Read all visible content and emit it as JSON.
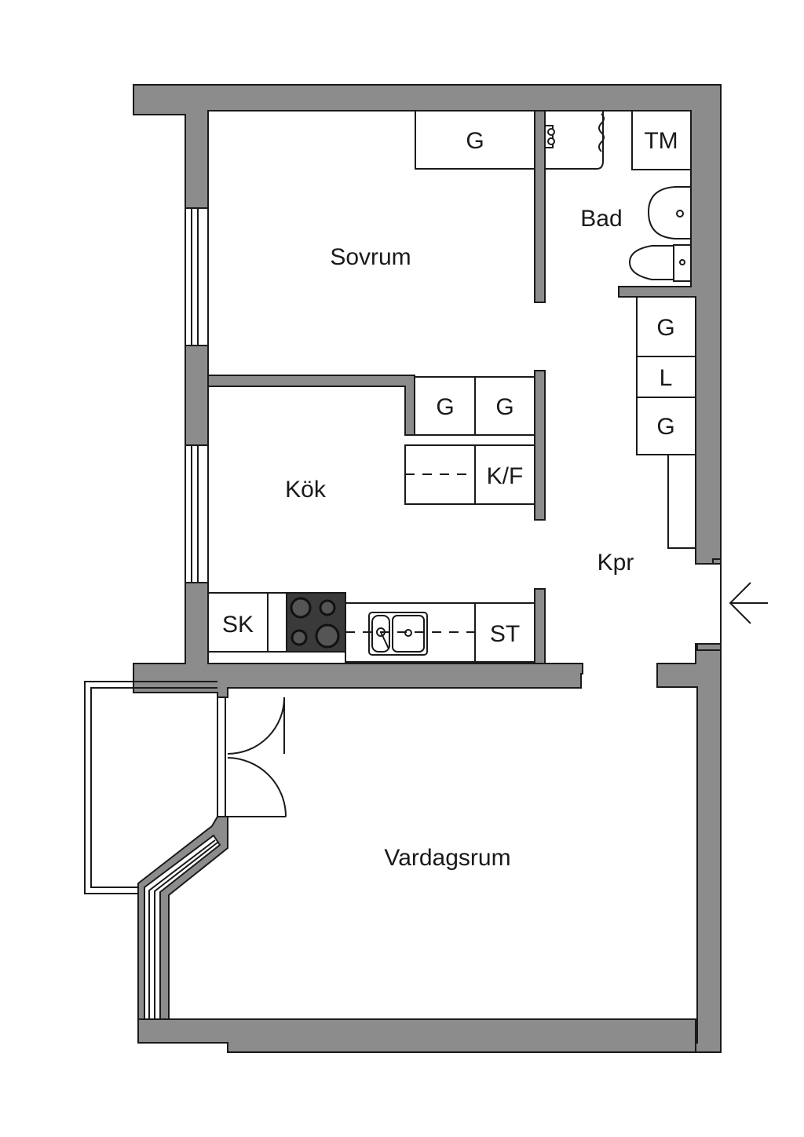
{
  "rooms": {
    "sovrum": "Sovrum",
    "bad": "Bad",
    "kok": "Kök",
    "kpr": "Kpr",
    "vardagsrum": "Vardagsrum"
  },
  "fixtures": {
    "sovrum_wardrobe": "G",
    "bath_tm": "TM",
    "hall_wardrobe_top": "G",
    "hall_linen": "L",
    "hall_wardrobe_bottom": "G",
    "kitchen_wardrobe_left": "G",
    "kitchen_wardrobe_right": "G",
    "fridge_freezer": "K/F",
    "cabinet_sk": "SK",
    "cabinet_st": "ST"
  },
  "icons": {
    "entrance": "arrow-left-icon",
    "stove": "stove-icon",
    "sink": "sink-icon",
    "toilet": "toilet-icon",
    "washbasin": "washbasin-icon",
    "shower": "shower-icon"
  },
  "colors": {
    "wall": "#8c8c8c",
    "line": "#1a1a1a",
    "stove": "#3a3a3a",
    "background": "#ffffff"
  }
}
